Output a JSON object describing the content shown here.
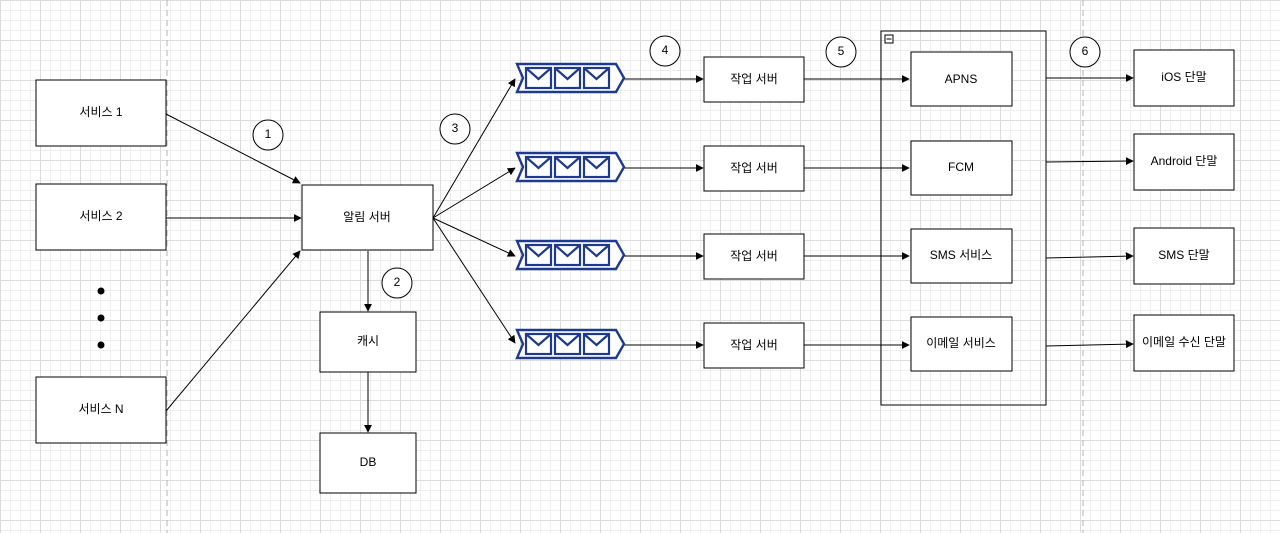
{
  "services": {
    "s1": "서비스 1",
    "s2": "서비스 2",
    "sN": "서비스 N"
  },
  "notification_server": "알림 서버",
  "cache": "캐시",
  "db": "DB",
  "workers": [
    "작업 서버",
    "작업 서버",
    "작업 서버",
    "작업 서버"
  ],
  "providers": {
    "apns": "APNS",
    "fcm": "FCM",
    "sms": "SMS 서비스",
    "email": "이메일 서비스"
  },
  "devices": {
    "ios": "iOS 단말",
    "android": "Android 단말",
    "sms": "SMS 단말",
    "email": "이메일 수신 단말"
  },
  "steps": [
    "1",
    "2",
    "3",
    "4",
    "5",
    "6"
  ],
  "icons": {
    "queue": "message-queue-icon",
    "collapse": "collapse-icon"
  },
  "colors": {
    "queue": "#1e3a8a",
    "stroke": "#000000",
    "divider": "#b3b3b3"
  }
}
